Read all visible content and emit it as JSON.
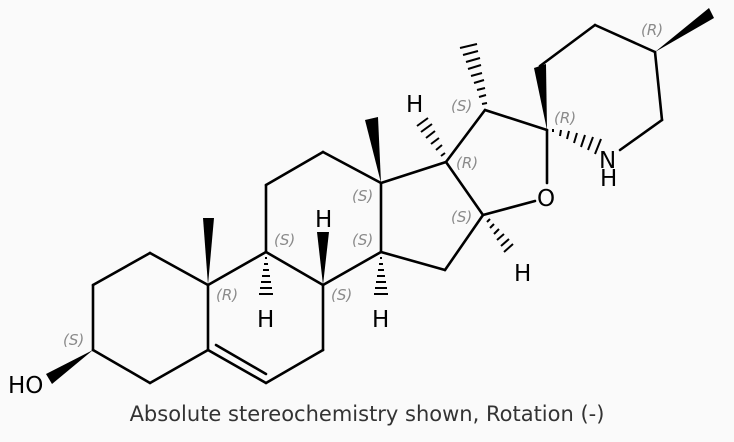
{
  "molecule": {
    "atoms": {
      "HO": "HO",
      "O_ring": "O",
      "N": "N",
      "NH_H": "H",
      "H_C8": "H",
      "H_C9": "H",
      "H_C14": "H",
      "H_C17": "H",
      "H_C16": "H"
    },
    "stereo_labels": {
      "C3": "(S)",
      "C10": "(R)",
      "C9": "(S)",
      "C8": "(S)",
      "C14": "(S)",
      "C13": "(S)",
      "C17": "(R)",
      "C16": "(S)",
      "C20": "(S)",
      "C22": "(R)",
      "C25": "(R)"
    }
  },
  "caption": "Absolute stereochemistry shown, Rotation (-)"
}
